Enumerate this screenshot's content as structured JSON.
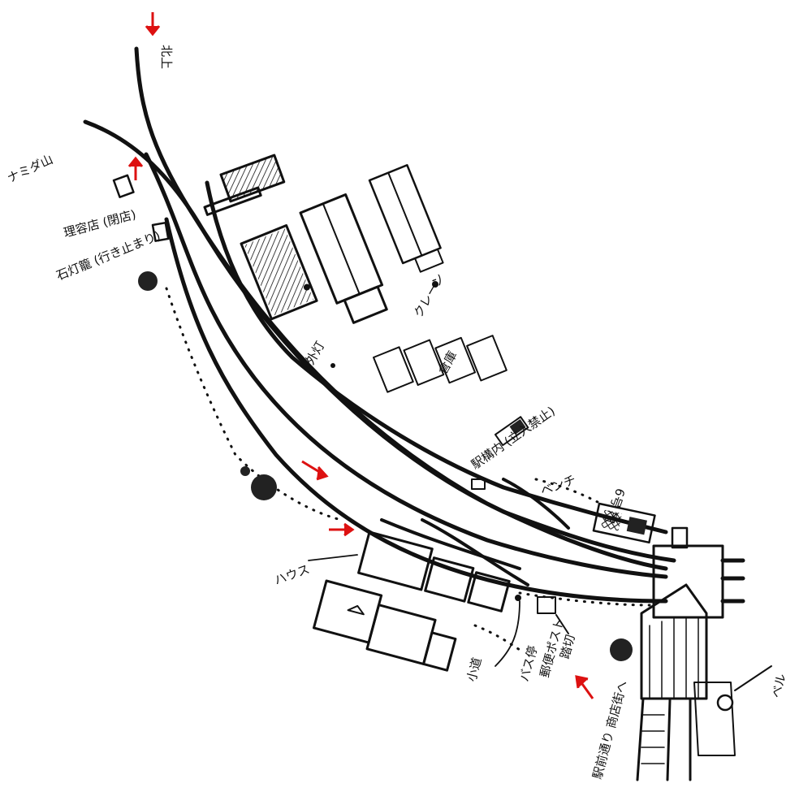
{
  "map": {
    "labels": {
      "north": "北上",
      "west_hill": "ナミダ山",
      "barber": "理容店 (閉店)",
      "shrine_lamp": "石灯籠 (行き止まり)",
      "lamp_post": "外灯",
      "storehouse": "倉庫",
      "crane": "クレーン",
      "station_yard_sign": "駅構内 (立入禁止)",
      "bench": "ベンチ",
      "fence_gate": "6号 門",
      "hut": "ハウス",
      "path_dots": "小道",
      "bus_stop": "バス停",
      "post_box": "郵便ポスト",
      "crossing": "踏切",
      "south_exit": "駅前通り 商店街へ",
      "bell": "ベル"
    },
    "colors": {
      "ink": "#111111",
      "arrow": "#dd1111",
      "paper": "#ffffff"
    }
  }
}
